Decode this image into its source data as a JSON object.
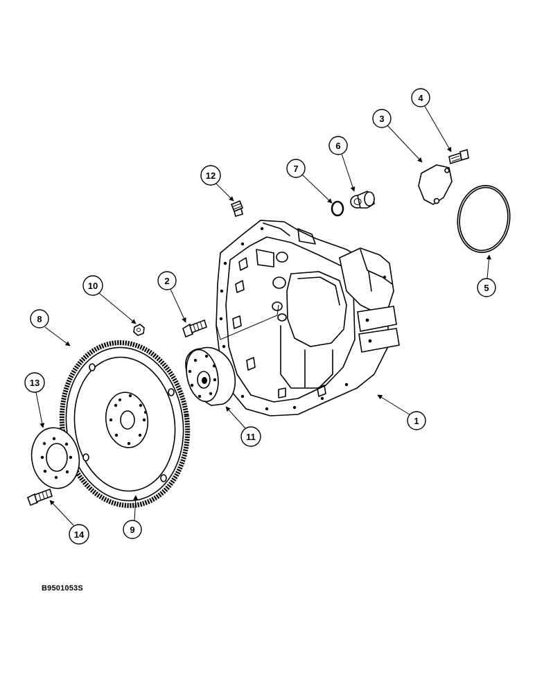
{
  "callouts": [
    {
      "id": "1",
      "label": "1"
    },
    {
      "id": "2",
      "label": "2"
    },
    {
      "id": "3",
      "label": "3"
    },
    {
      "id": "4",
      "label": "4"
    },
    {
      "id": "5",
      "label": "5"
    },
    {
      "id": "6",
      "label": "6"
    },
    {
      "id": "7",
      "label": "7"
    },
    {
      "id": "8",
      "label": "8"
    },
    {
      "id": "9",
      "label": "9"
    },
    {
      "id": "10",
      "label": "10"
    },
    {
      "id": "11",
      "label": "11"
    },
    {
      "id": "12",
      "label": "12"
    },
    {
      "id": "13",
      "label": "13"
    },
    {
      "id": "14",
      "label": "14"
    }
  ],
  "figure_ref": "B9501053S"
}
